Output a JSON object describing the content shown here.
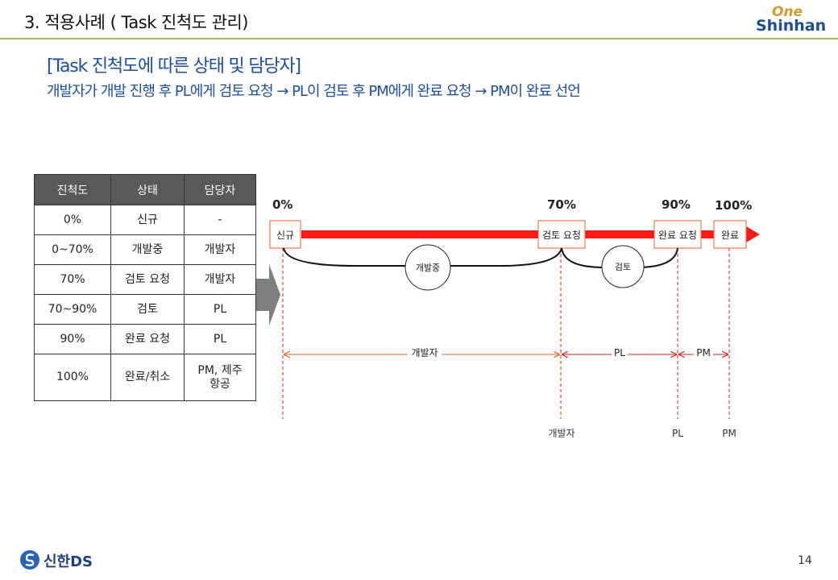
{
  "header": {
    "title": "3. 적용사례 ( Task 진척도 관리)",
    "logo_top": "One",
    "logo_main": "Shinhan"
  },
  "section": {
    "title": "[Task 진척도에 따른 상태 및 담당자]",
    "subtitle": "개발자가 개발 진행 후 PL에게 검토 요청 → PL이 검토 후 PM에게 완료 요청 → PM이 완료 선언"
  },
  "table": {
    "headers": [
      "진척도",
      "상태",
      "담당자"
    ],
    "rows": [
      [
        "0%",
        "신규",
        "-"
      ],
      [
        "0~70%",
        "개발중",
        "개발자"
      ],
      [
        "70%",
        "검토 요청",
        "개발자"
      ],
      [
        "70~90%",
        "검토",
        "PL"
      ],
      [
        "90%",
        "완료 요청",
        "PL"
      ],
      [
        "100%",
        "완료/취소",
        "PM, 제주\n항공"
      ]
    ]
  },
  "diagram": {
    "percents": [
      "0%",
      "70%",
      "90%",
      "100%"
    ],
    "states": [
      "신규",
      "검토 요청",
      "완료 요청",
      "완료"
    ],
    "phases": [
      "개발중",
      "검토"
    ],
    "owner_spans": [
      "개발자",
      "PL",
      "PM"
    ],
    "bottom_labels": [
      "개발자",
      "PL",
      "PM"
    ],
    "colors": {
      "bar": "#ff1a1a",
      "span_orange": "#e8602a",
      "span_red": "#e02020",
      "box_border": "#e8602a"
    }
  },
  "footer": {
    "logo_text": "신한DS",
    "page_number": "14"
  }
}
